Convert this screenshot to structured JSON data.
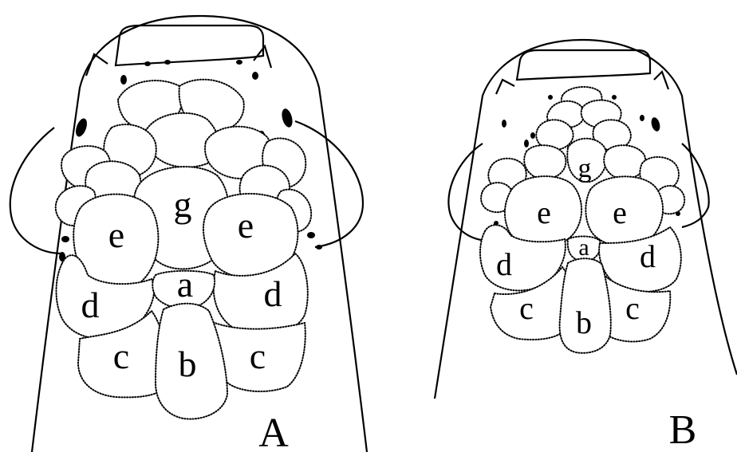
{
  "panels": [
    {
      "label": "A",
      "plates": {
        "a": "a",
        "b": "b",
        "c": "c",
        "d": "d",
        "e": "e",
        "g": "g"
      }
    },
    {
      "label": "B",
      "plates": {
        "a": "a",
        "b": "b",
        "c": "c",
        "d": "d",
        "e": "e",
        "g": "g"
      }
    }
  ]
}
